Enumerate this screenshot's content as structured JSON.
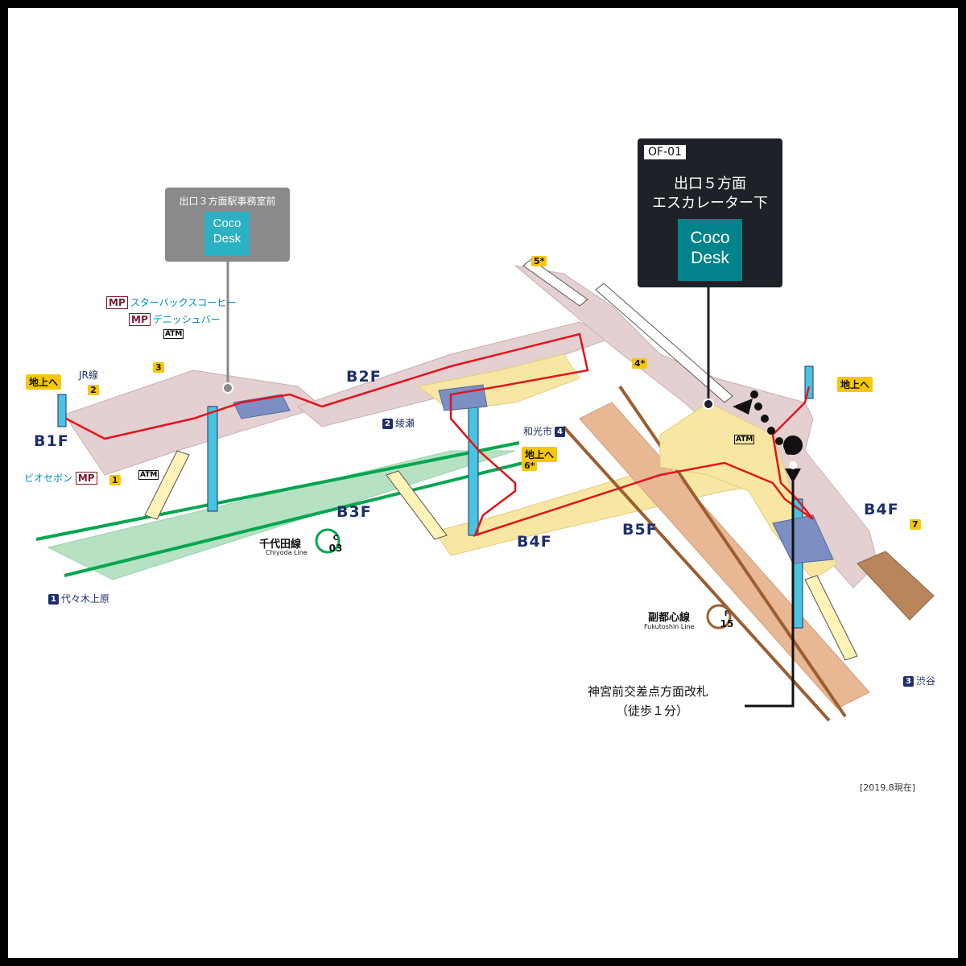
{
  "callouts": {
    "grey": {
      "title": "出口３方面駅事務室前",
      "coco": "Coco",
      "desk": "Desk"
    },
    "dark": {
      "code": "OF-01",
      "line1": "出口５方面",
      "line2": "エスカレーター下",
      "coco": "Coco",
      "desk": "Desk"
    }
  },
  "floors": {
    "b1f": "B1F",
    "b2f": "B2F",
    "b3f": "B3F",
    "b4f_center": "B4F",
    "b4f_right": "B4F",
    "b5f": "B5F"
  },
  "shops": {
    "starbucks": "スターバックスコーヒー",
    "danish": "デニッシュバー",
    "vie": "ビオセボン",
    "mp": "MP"
  },
  "labels": {
    "jr": "JR線",
    "ground_left": "地上へ",
    "ground_center": "地上へ",
    "ground_right": "地上へ",
    "ayase_num": "2",
    "ayase": "綾瀬",
    "wakoshi": "和光市",
    "wakoshi_num": "4",
    "yoyogi_num": "1",
    "yoyogi": "代々木上原",
    "shibuya_num": "3",
    "shibuya": "渋谷",
    "atm": "ATM"
  },
  "exits": {
    "e1": "1",
    "e2": "2",
    "e3": "3",
    "e4": "4*",
    "e5": "5*",
    "e6": "6*",
    "e7": "7"
  },
  "lines": {
    "chiyoda_jp": "千代田線",
    "chiyoda_en": "Chiyoda Line",
    "chiyoda_code": "C",
    "chiyoda_num": "03",
    "fukutoshin_jp": "副都心線",
    "fukutoshin_en": "Fukutoshin Line",
    "fukutoshin_code": "F",
    "fukutoshin_num": "15"
  },
  "gate": {
    "line1": "神宮前交差点方面改札",
    "line2": "（徒歩１分）"
  },
  "footnote": "[2019.8現在]",
  "colors": {
    "chiyoda": "#00a650",
    "fukutoshin": "#9c5e31",
    "route": "#e2141c",
    "navy": "#1f2f6b",
    "teal": "#00838a",
    "cocoCyan": "#2ab2c2",
    "yellow": "#f6c800"
  }
}
